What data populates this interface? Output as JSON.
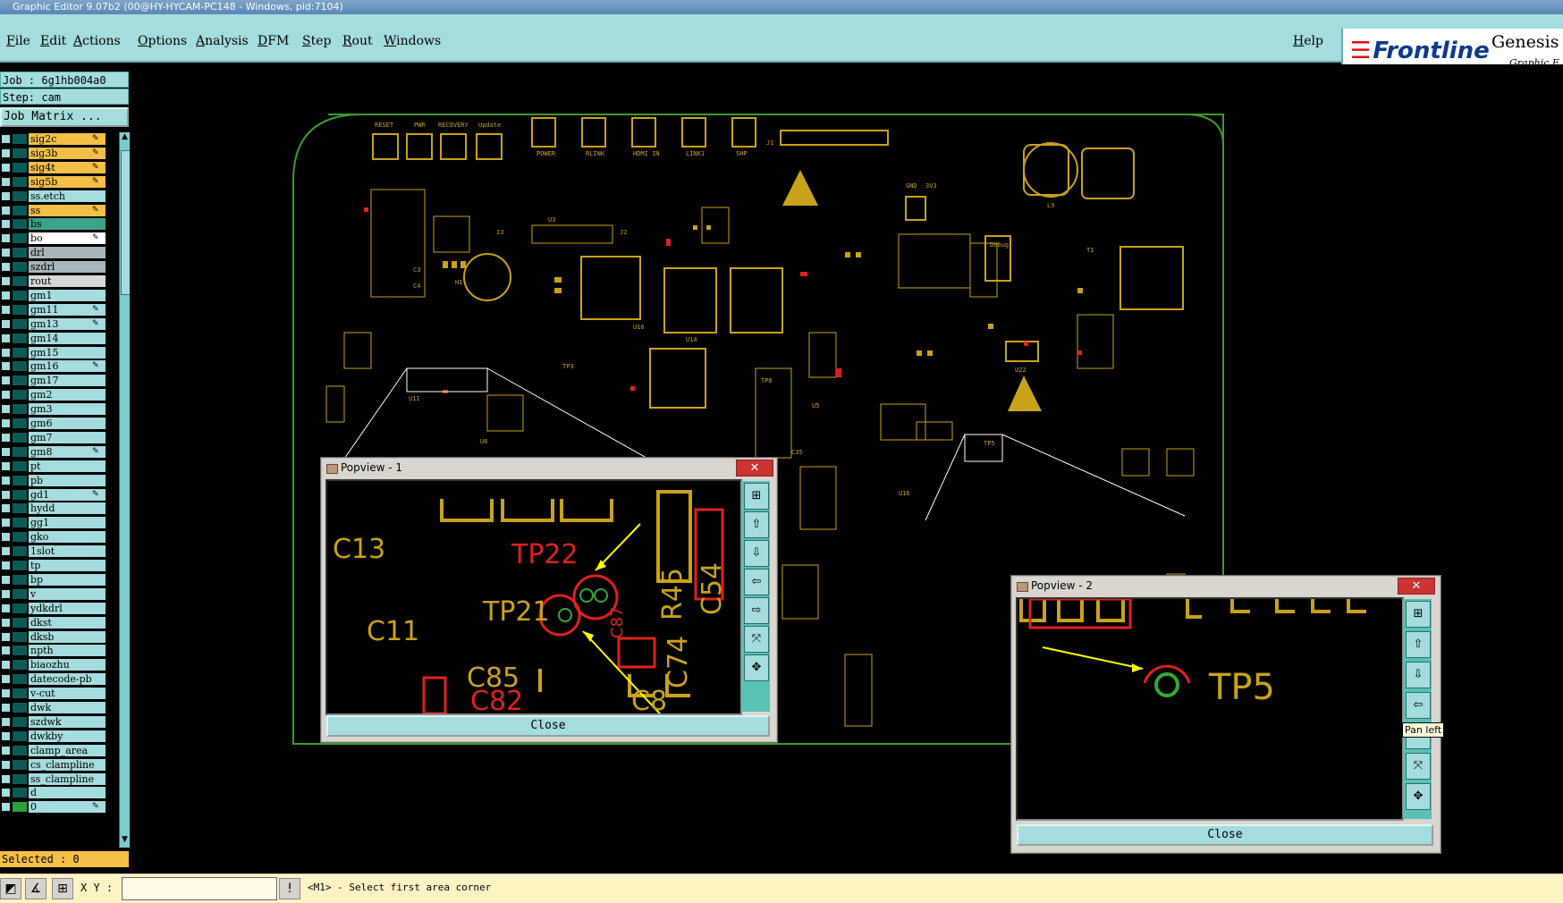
{
  "window": {
    "title": "Graphic Editor 9.07b2 (00@HY-HYCAM-PC148 - Windows, pid:7104)"
  },
  "menu": {
    "items": [
      "File",
      "Edit",
      "Actions",
      "Options",
      "Analysis",
      "DFM",
      "Step",
      "Rout",
      "Windows"
    ],
    "help": "Help"
  },
  "brand": {
    "logo": "Frontline",
    "name": "Genesis",
    "sub": "Graphic E"
  },
  "job": {
    "job_label": "Job : 6g1hb004a0",
    "step_label": "Step: cam",
    "matrix_button": "Job Matrix ..."
  },
  "layers": [
    {
      "name": "sig2c",
      "color": "#f3bf47",
      "mark": "✎"
    },
    {
      "name": "sig3b",
      "color": "#f3bf47",
      "mark": "✎"
    },
    {
      "name": "sig4t",
      "color": "#f3bf47",
      "mark": "✎"
    },
    {
      "name": "sig5b",
      "color": "#f3bf47",
      "mark": "✎"
    },
    {
      "name": "ss.etch",
      "color": "#a5dcdd",
      "mark": ""
    },
    {
      "name": "ss",
      "color": "#f3bf47",
      "mark": "✎"
    },
    {
      "name": "bs",
      "color": "#3aa38a",
      "mark": ""
    },
    {
      "name": "bo",
      "color": "#ffffff",
      "mark": "✎"
    },
    {
      "name": "drl",
      "color": "#a9b4b8",
      "mark": ""
    },
    {
      "name": "szdrl",
      "color": "#a9b4b8",
      "mark": ""
    },
    {
      "name": "rout",
      "color": "#d7d7d3",
      "mark": ""
    },
    {
      "name": "gm1",
      "color": "#a5dcdd",
      "mark": ""
    },
    {
      "name": "gm11",
      "color": "#a5dcdd",
      "mark": "✎"
    },
    {
      "name": "gm13",
      "color": "#a5dcdd",
      "mark": "✎"
    },
    {
      "name": "gm14",
      "color": "#a5dcdd",
      "mark": ""
    },
    {
      "name": "gm15",
      "color": "#a5dcdd",
      "mark": ""
    },
    {
      "name": "gm16",
      "color": "#a5dcdd",
      "mark": "✎"
    },
    {
      "name": "gm17",
      "color": "#a5dcdd",
      "mark": ""
    },
    {
      "name": "gm2",
      "color": "#a5dcdd",
      "mark": ""
    },
    {
      "name": "gm3",
      "color": "#a5dcdd",
      "mark": ""
    },
    {
      "name": "gm6",
      "color": "#a5dcdd",
      "mark": ""
    },
    {
      "name": "gm7",
      "color": "#a5dcdd",
      "mark": ""
    },
    {
      "name": "gm8",
      "color": "#a5dcdd",
      "mark": "✎"
    },
    {
      "name": "pt",
      "color": "#a5dcdd",
      "mark": ""
    },
    {
      "name": "pb",
      "color": "#a5dcdd",
      "mark": ""
    },
    {
      "name": "gd1",
      "color": "#a5dcdd",
      "mark": "✎"
    },
    {
      "name": "hydd",
      "color": "#a5dcdd",
      "mark": ""
    },
    {
      "name": "gg1",
      "color": "#a5dcdd",
      "mark": ""
    },
    {
      "name": "gko",
      "color": "#a5dcdd",
      "mark": ""
    },
    {
      "name": "1slot",
      "color": "#a5dcdd",
      "mark": ""
    },
    {
      "name": "tp",
      "color": "#a5dcdd",
      "mark": ""
    },
    {
      "name": "bp",
      "color": "#a5dcdd",
      "mark": ""
    },
    {
      "name": "v",
      "color": "#a5dcdd",
      "mark": ""
    },
    {
      "name": "ydkdrl",
      "color": "#a5dcdd",
      "mark": ""
    },
    {
      "name": "dkst",
      "color": "#a5dcdd",
      "mark": ""
    },
    {
      "name": "dksb",
      "color": "#a5dcdd",
      "mark": ""
    },
    {
      "name": "npth",
      "color": "#a5dcdd",
      "mark": ""
    },
    {
      "name": "biaozhu",
      "color": "#a5dcdd",
      "mark": ""
    },
    {
      "name": "datecode-pb",
      "color": "#a5dcdd",
      "mark": ""
    },
    {
      "name": "v-cut",
      "color": "#a5dcdd",
      "mark": ""
    },
    {
      "name": "dwk",
      "color": "#a5dcdd",
      "mark": ""
    },
    {
      "name": "szdwk",
      "color": "#a5dcdd",
      "mark": ""
    },
    {
      "name": "dwkby",
      "color": "#a5dcdd",
      "mark": ""
    },
    {
      "name": "clamp_area",
      "color": "#a5dcdd",
      "mark": ""
    },
    {
      "name": "cs_clampline",
      "color": "#a5dcdd",
      "mark": ""
    },
    {
      "name": "ss_clampline",
      "color": "#a5dcdd",
      "mark": ""
    },
    {
      "name": "d",
      "color": "#a5dcdd",
      "mark": ""
    },
    {
      "name": "0",
      "color": "#a5dcdd",
      "mark": "✎"
    }
  ],
  "selected": "Selected : 0",
  "status": {
    "xy_label": "X Y :",
    "xy_value": "",
    "prompt": "<M1> - Select first area corner"
  },
  "popview1": {
    "title": "Popview - 1",
    "close_label": "Close",
    "labels": [
      "C13",
      "C11",
      "TP22",
      "TP21",
      "R45",
      "C54",
      "C74",
      "C85",
      "C87",
      "C82",
      "C8"
    ]
  },
  "popview2": {
    "title": "Popview - 2",
    "close_label": "Close",
    "labels": [
      "TP5"
    ]
  },
  "tooltip": "Pan left",
  "board_labels": {
    "top_buttons": [
      "RESET",
      "PWR",
      "RECOVERY",
      "Update"
    ],
    "connectors": [
      "POWER",
      "RLINK",
      "HDMI IN",
      "LINK1",
      "SHP",
      "J1"
    ],
    "misc": [
      "Debug",
      "GND",
      "3V3",
      "TP3",
      "TP5",
      "TP8",
      "U16",
      "U14",
      "U22",
      "C35",
      "U3",
      "U5",
      "U6",
      "U10",
      "U11",
      "J3",
      "J2",
      "L9",
      "T1",
      "H1",
      "C3",
      "C4"
    ]
  },
  "colors": {
    "trace_yellow": "#c9a21b",
    "trace_red": "#e02020",
    "trace_green": "#34a838",
    "outline_green": "#3d9a2c"
  }
}
